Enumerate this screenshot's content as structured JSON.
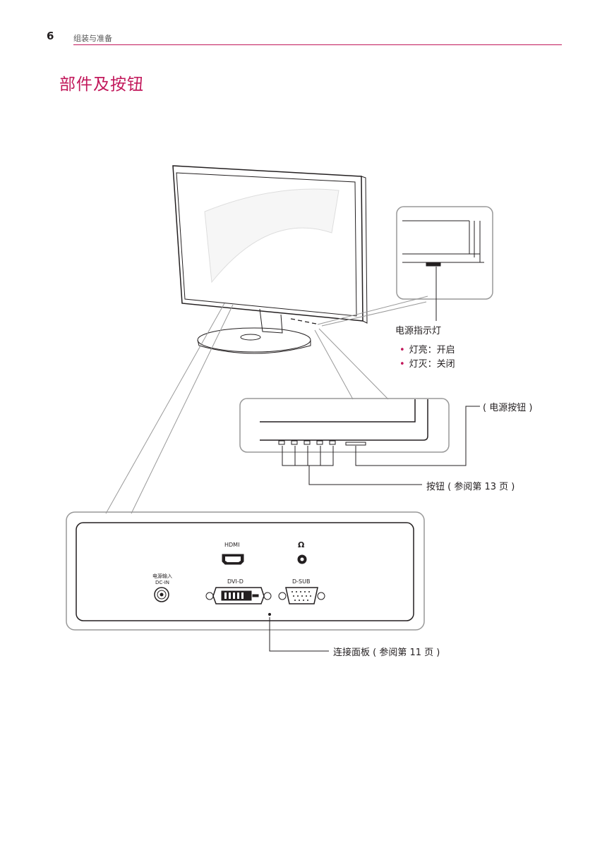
{
  "header": {
    "page_number": "6",
    "section": "组装与准备"
  },
  "title": "部件及按钮",
  "callouts": {
    "power_led": {
      "label": "电源指示灯",
      "items": [
        "灯亮：开启",
        "灯灭：关闭"
      ]
    },
    "power_button": "( 电源按钮 )",
    "buttons": "按钮 ( 参阅第 13 页 )",
    "connection_panel": "连接面板 ( 参阅第 11 页 )"
  },
  "ports": {
    "power_in_label_line1": "电源输入",
    "power_in_label_line2": "DC-IN",
    "hdmi": "HDMI",
    "dvi": "DVI-D",
    "dsub": "D-SUB"
  },
  "colors": {
    "accent": "#c2185b",
    "line": "#231f20"
  },
  "icons": [
    "headphone-icon",
    "power-icon"
  ]
}
